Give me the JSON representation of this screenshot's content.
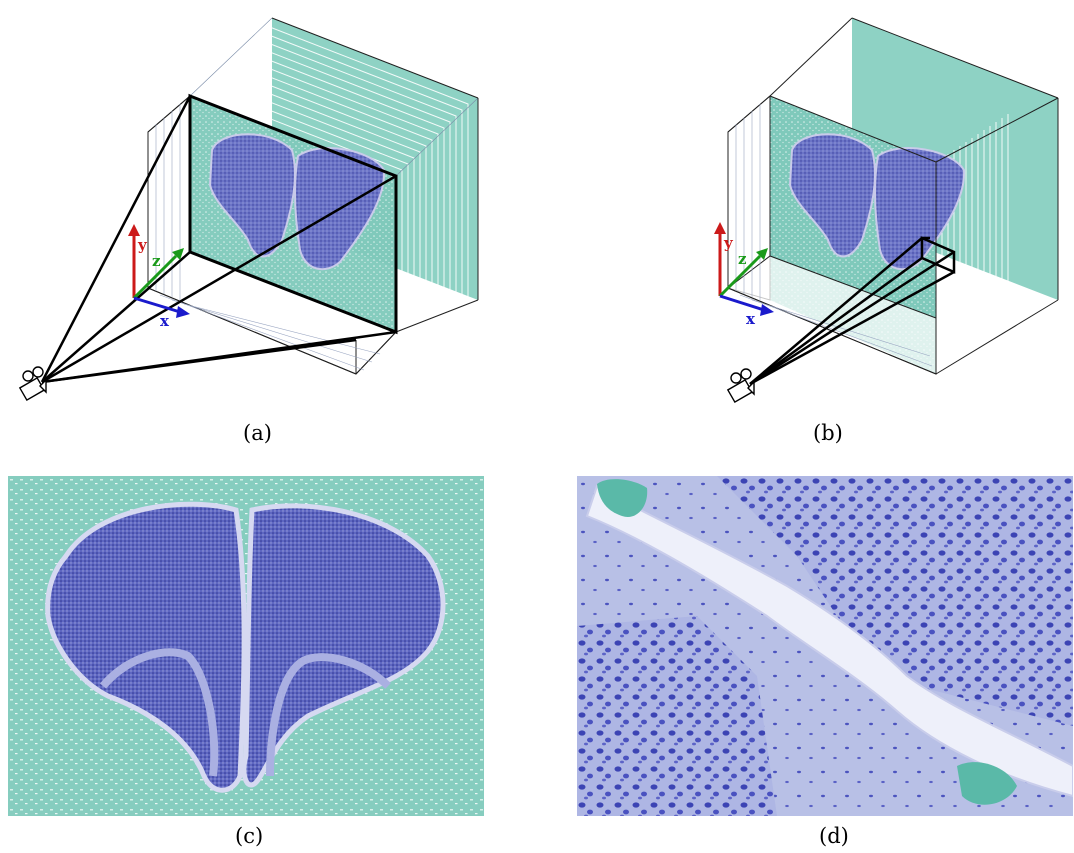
{
  "figure": {
    "panels": [
      {
        "id": "a",
        "caption": "(a)",
        "description": "3D volume stack of histology slices viewed by camera at full frustum"
      },
      {
        "id": "b",
        "caption": "(b)",
        "description": "3D volume stack viewed by camera with a narrow frustum on a small region"
      },
      {
        "id": "c",
        "caption": "(c)",
        "description": "2D histology slice of brain section, low magnification"
      },
      {
        "id": "d",
        "caption": "(d)",
        "description": "2D histology image zoomed detail with stained cells"
      }
    ],
    "axes": {
      "x": "x",
      "y": "y",
      "z": "z"
    },
    "colors": {
      "background_tissue": "#8fd1c4",
      "stain": "#4a52b5",
      "axis_x": "#1a1acc",
      "axis_y": "#cc1a1a",
      "axis_z": "#1a9a1a",
      "lines": "#000000",
      "stack_lines": "#7f8fb0"
    }
  }
}
